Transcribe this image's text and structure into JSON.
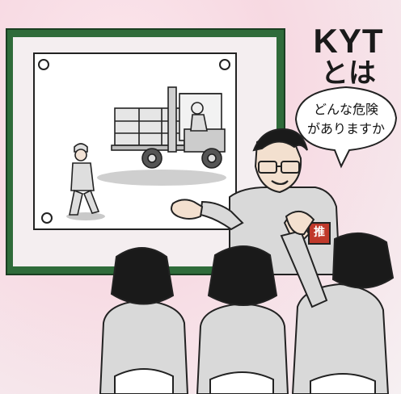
{
  "title": {
    "main": "KYT",
    "sub": "とは"
  },
  "speech_bubble": {
    "line1": "どんな危険",
    "line2": "がありますか"
  },
  "armband": {
    "text": "推"
  },
  "colors": {
    "board_frame": "#2f6b3a",
    "background_pink": "#f7d9e2",
    "uniform_gray": "#d9d9d9"
  }
}
